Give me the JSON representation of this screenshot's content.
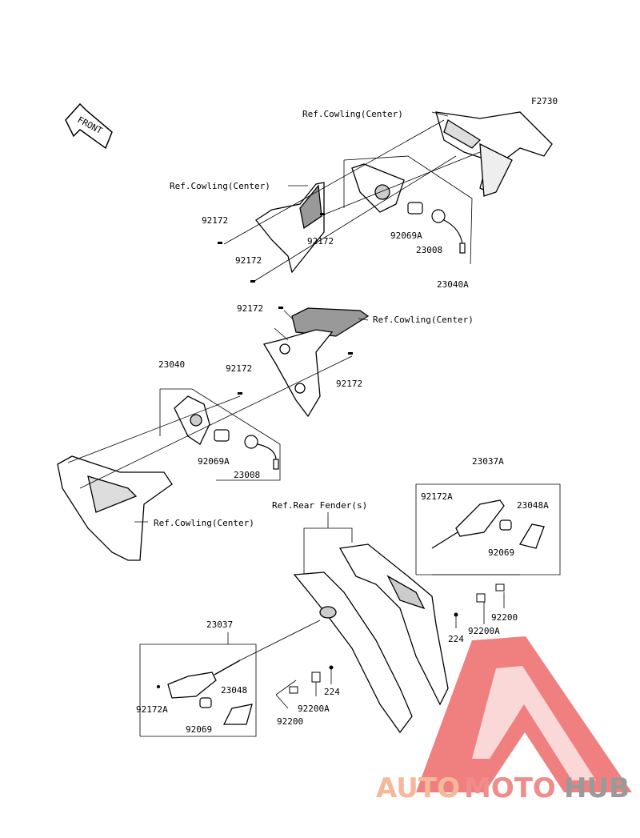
{
  "diagram_code": "F2730",
  "front_badge": "FRONT",
  "reference_labels": {
    "cowling_center": "Ref.Cowling(Center)",
    "rear_fender": "Ref.Rear Fender(s)"
  },
  "parts": {
    "p23040A": "23040A",
    "p23040": "23040",
    "p23037A": "23037A",
    "p23037": "23037",
    "p92172": "92172",
    "p92172A": "92172A",
    "p92069A": "92069A",
    "p92069": "92069",
    "p23008": "23008",
    "p23048A": "23048A",
    "p23048": "23048",
    "p92200": "92200",
    "p92200A": "92200A",
    "p224": "224"
  },
  "watermark": {
    "brand_part1": "AUTO",
    "brand_part2": "MOTO",
    "brand_part3": "HUB",
    "colors": {
      "part1": "#f5b99a",
      "part2": "#f08c8c",
      "part3": "#9a9a9a",
      "logo": "#ee6a6a"
    }
  }
}
